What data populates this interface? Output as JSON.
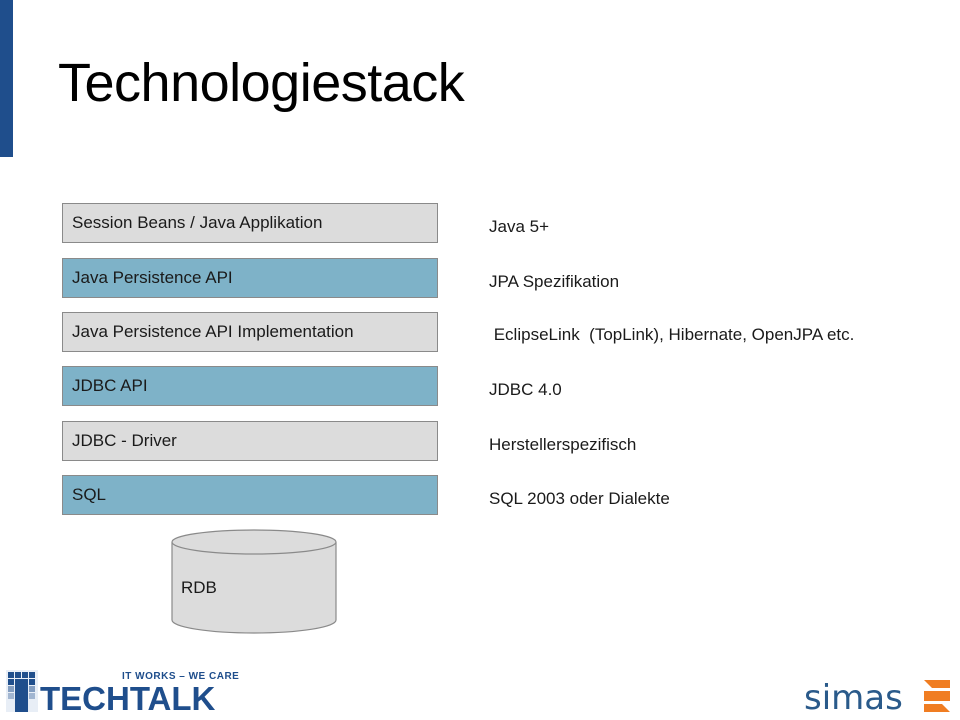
{
  "title": "Technologiestack",
  "colors": {
    "accent": "#1f4e8c",
    "layer_gray": "#dcdcdc",
    "layer_blue": "#7eb2c8"
  },
  "layers": [
    {
      "label": "Session Beans / Java Applikation",
      "style": "gray"
    },
    {
      "label": "Java Persistence API",
      "style": "blue"
    },
    {
      "label": "Java Persistence API Implementation",
      "style": "gray"
    },
    {
      "label": "JDBC API",
      "style": "blue"
    },
    {
      "label": "JDBC - Driver",
      "style": "gray"
    },
    {
      "label": "SQL",
      "style": "blue"
    }
  ],
  "descriptions": [
    "Java 5+",
    "JPA Spezifikation",
    " EclipseLink  (TopLink), Hibernate, OpenJPA etc.",
    "JDBC 4.0",
    "Herstellerspezifisch",
    "SQL 2003 oder Dialekte"
  ],
  "database": {
    "label": "RDB"
  },
  "logos": {
    "left_tagline": "IT WORKS – WE CARE",
    "left_name": "TECHTALK",
    "right_name": "simas"
  }
}
